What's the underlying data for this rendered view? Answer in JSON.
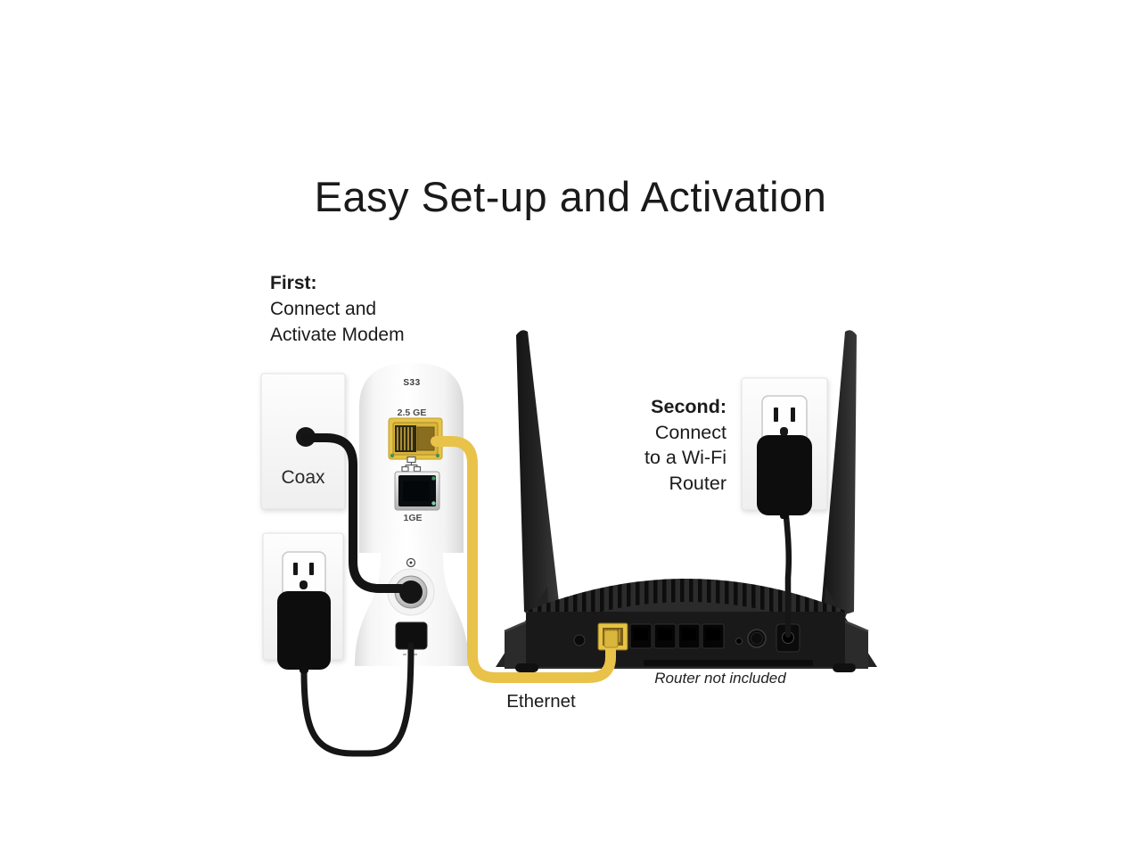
{
  "title": "Easy Set-up and Activation",
  "steps": {
    "first": {
      "heading": "First:",
      "lines": [
        "Connect and",
        "Activate Modem"
      ]
    },
    "second": {
      "heading": "Second:",
      "lines": [
        "Connect",
        "to a Wi-Fi",
        "Router"
      ]
    }
  },
  "modem": {
    "model": "S33",
    "port_top_label": "2.5 GE",
    "port_bottom_label": "1GE"
  },
  "labels": {
    "coax": "Coax",
    "ethernet": "Ethernet",
    "router_note": "Router not included"
  },
  "colors": {
    "background": "#ffffff",
    "text_dark": "#1c1c1e",
    "cable_yellow": "#e9c24a",
    "device_black": "#1f1f1f",
    "port_yellow": "#e7c344"
  }
}
